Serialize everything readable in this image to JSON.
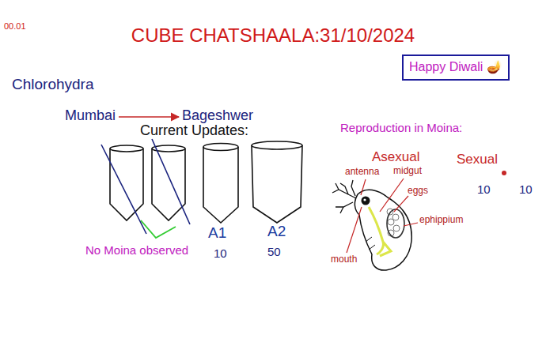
{
  "diagram": {
    "title": "CUBE CHATSHAALA:31/10/2024",
    "nodes": [
      {
        "text": [
          "Happy Diwali 🪔"
        ]
      }
    ],
    "labels": [
      "00.01",
      "Chlorohydra",
      "Mumbai",
      "Bageshwer",
      "Current Updates:",
      "A1",
      "10",
      "A2",
      "50",
      "No Moina observed",
      "Reproduction in Moina:",
      "Asexual",
      "Sexual",
      "10",
      "10",
      "antenna",
      "midgut",
      "eggs",
      "ephippium",
      "mouth"
    ]
  }
}
